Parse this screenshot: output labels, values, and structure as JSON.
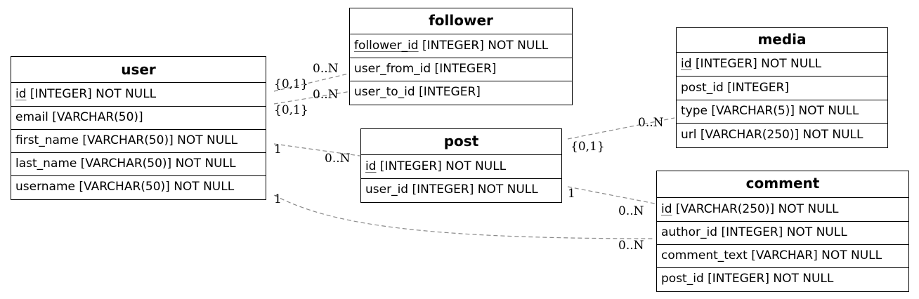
{
  "tables": {
    "user": {
      "name": "user",
      "columns": [
        {
          "key": "id",
          "rest": " [INTEGER] NOT NULL",
          "pk": true
        },
        {
          "key": "",
          "rest": "email [VARCHAR(50)]",
          "pk": false
        },
        {
          "key": "",
          "rest": "first_name [VARCHAR(50)] NOT NULL",
          "pk": false
        },
        {
          "key": "",
          "rest": "last_name [VARCHAR(50)] NOT NULL",
          "pk": false
        },
        {
          "key": "",
          "rest": "username [VARCHAR(50)] NOT NULL",
          "pk": false
        }
      ]
    },
    "follower": {
      "name": "follower",
      "columns": [
        {
          "key": "follower_id",
          "rest": " [INTEGER] NOT NULL",
          "pk": true
        },
        {
          "key": "",
          "rest": "user_from_id [INTEGER]",
          "pk": false
        },
        {
          "key": "",
          "rest": "user_to_id [INTEGER]",
          "pk": false
        }
      ]
    },
    "post": {
      "name": "post",
      "columns": [
        {
          "key": "id",
          "rest": " [INTEGER] NOT NULL",
          "pk": true
        },
        {
          "key": "",
          "rest": "user_id [INTEGER] NOT NULL",
          "pk": false
        }
      ]
    },
    "media": {
      "name": "media",
      "columns": [
        {
          "key": "id",
          "rest": " [INTEGER] NOT NULL",
          "pk": true
        },
        {
          "key": "",
          "rest": "post_id [INTEGER]",
          "pk": false
        },
        {
          "key": "",
          "rest": "type [VARCHAR(5)] NOT NULL",
          "pk": false
        },
        {
          "key": "",
          "rest": "url [VARCHAR(250)] NOT NULL",
          "pk": false
        }
      ]
    },
    "comment": {
      "name": "comment",
      "columns": [
        {
          "key": "id",
          "rest": " [VARCHAR(250)] NOT NULL",
          "pk": true
        },
        {
          "key": "",
          "rest": "author_id [INTEGER] NOT NULL",
          "pk": false
        },
        {
          "key": "",
          "rest": "comment_text [VARCHAR] NOT NULL",
          "pk": false
        },
        {
          "key": "",
          "rest": "post_id [INTEGER] NOT NULL",
          "pk": false
        }
      ]
    }
  },
  "relationships": [
    {
      "from": "user",
      "to": "follower",
      "from_card": "{0,1}",
      "to_card": "0..N"
    },
    {
      "from": "user",
      "to": "follower",
      "from_card": "{0,1}",
      "to_card": "0..N"
    },
    {
      "from": "user",
      "to": "post",
      "from_card": "1",
      "to_card": "0..N"
    },
    {
      "from": "user",
      "to": "comment",
      "from_card": "1",
      "to_card": "0..N"
    },
    {
      "from": "post",
      "to": "media",
      "from_card": "{0,1}",
      "to_card": "0..N"
    },
    {
      "from": "post",
      "to": "comment",
      "from_card": "1",
      "to_card": "0..N"
    }
  ]
}
